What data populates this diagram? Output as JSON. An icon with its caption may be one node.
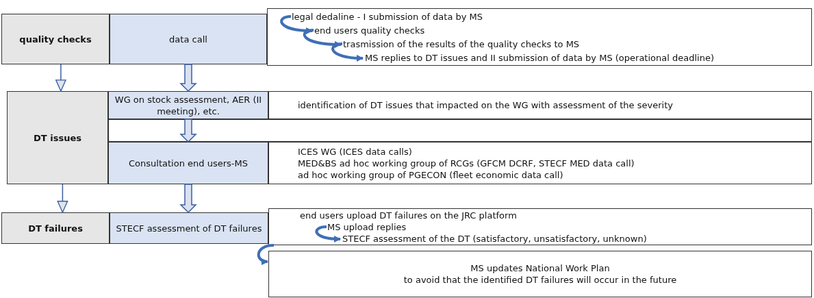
{
  "diagram": {
    "nodes": [
      {
        "text": [
          "quality checks"
        ]
      },
      {
        "text": [
          "data call"
        ]
      },
      {
        "text": [],
        "shape": "box"
      },
      {
        "text": [
          "legal dedaline - I submission of data by MS"
        ],
        "in": 2
      },
      {
        "text": [
          "end users quality checks"
        ],
        "in": 2
      },
      {
        "text": [
          "trasmission of the results of the quality checks to MS"
        ],
        "in": 2
      },
      {
        "text": [
          "MS replies to DT issues and II submission of data by MS (operational deadline)"
        ],
        "in": 2
      },
      {
        "text": [
          "DT issues"
        ]
      },
      {
        "text": [
          "WG on stock assessment, AER (II meeting), etc."
        ]
      },
      {
        "text": [
          "identification of DT issues that impacted on the WG with assessment of the severity"
        ]
      },
      {
        "text": [],
        "shape": "box"
      },
      {
        "text": [
          "Consultation end users-MS"
        ]
      },
      {
        "text": [
          "ICES WG  (ICES data calls)",
          "MED&BS ad hoc working group of RCGs (GFCM DCRF, STECF MED data call)",
          "ad hoc working group of PGECON (fleet economic data call)"
        ]
      },
      {
        "text": [
          "DT failures"
        ]
      },
      {
        "text": [
          "STECF assessment of DT failures"
        ]
      },
      {
        "text": [],
        "shape": "box"
      },
      {
        "text": [
          "end users upload DT failures on the JRC platform"
        ],
        "in": 15
      },
      {
        "text": [
          "MS upload replies"
        ],
        "in": 15
      },
      {
        "text": [
          "STECF assessment of the DT  (satisfactory, unsatisfactory, unknown)"
        ],
        "in": 15
      },
      {
        "text": [
          "MS updates National Work Plan",
          "to avoid that the identified DT failures will occur in the future"
        ]
      }
    ],
    "edges": [
      {
        "from": 0,
        "to": 7,
        "arrow": "to"
      },
      {
        "from": 7,
        "to": 13,
        "arrow": "to"
      },
      {
        "from": 1,
        "to": 8,
        "arrow": "to",
        "style": "thick"
      },
      {
        "from": 8,
        "to": 11,
        "arrow": "to",
        "style": "thick"
      },
      {
        "from": 11,
        "to": 14,
        "arrow": "to",
        "style": "thick"
      },
      {
        "from": 3,
        "to": 4,
        "arrow": "to",
        "color": "#3f6fb5"
      },
      {
        "from": 4,
        "to": 5,
        "arrow": "to",
        "color": "#3f6fb5"
      },
      {
        "from": 5,
        "to": 6,
        "arrow": "to",
        "color": "#3f6fb5"
      },
      {
        "from": 17,
        "to": 18,
        "arrow": "to",
        "color": "#3f6fb5"
      },
      {
        "from": 15,
        "to": 19,
        "arrow": "to",
        "color": "#3f6fb5"
      }
    ]
  }
}
